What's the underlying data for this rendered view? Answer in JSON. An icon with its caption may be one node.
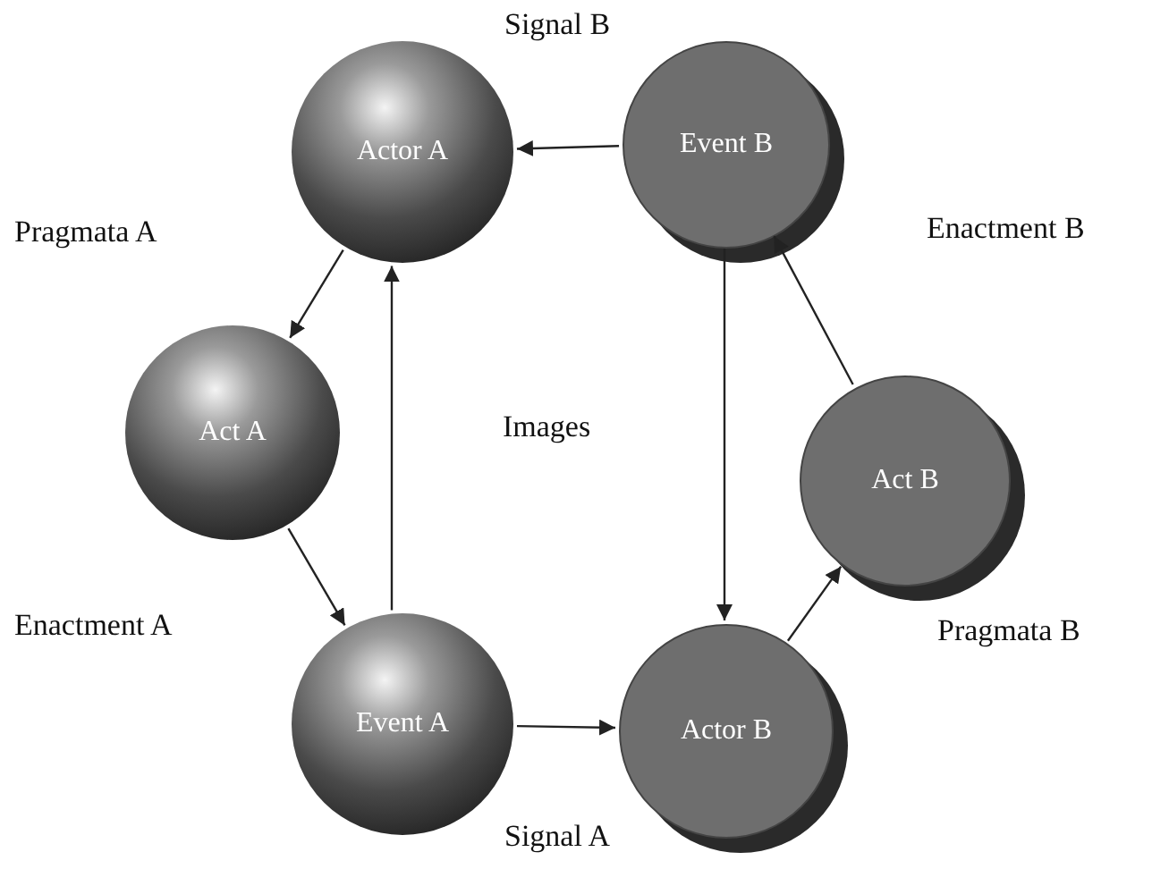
{
  "diagram": {
    "nodes": [
      {
        "text": [
          "Actor A"
        ]
      },
      {
        "text": [
          "Event B"
        ]
      },
      {
        "text": [
          "Act A"
        ]
      },
      {
        "text": [
          "Act B"
        ]
      },
      {
        "text": [
          "Event A"
        ]
      },
      {
        "text": [
          "Actor B"
        ]
      }
    ],
    "edges": [
      {
        "from": 1,
        "to": 0,
        "arrow": "to"
      },
      {
        "from": 0,
        "to": 2,
        "arrow": "to"
      },
      {
        "from": 2,
        "to": 4,
        "arrow": "to"
      },
      {
        "from": 4,
        "to": 0,
        "arrow": "to"
      },
      {
        "from": 4,
        "to": 5,
        "arrow": "to"
      },
      {
        "from": 5,
        "to": 3,
        "arrow": "to"
      },
      {
        "from": 3,
        "to": 1,
        "arrow": "to"
      },
      {
        "from": 1,
        "to": 5,
        "arrow": "to"
      }
    ],
    "labels": [
      "Signal B",
      "Pragmata A",
      "Enactment B",
      "Images",
      "Enactment A",
      "Pragmata B",
      "Signal A"
    ]
  }
}
